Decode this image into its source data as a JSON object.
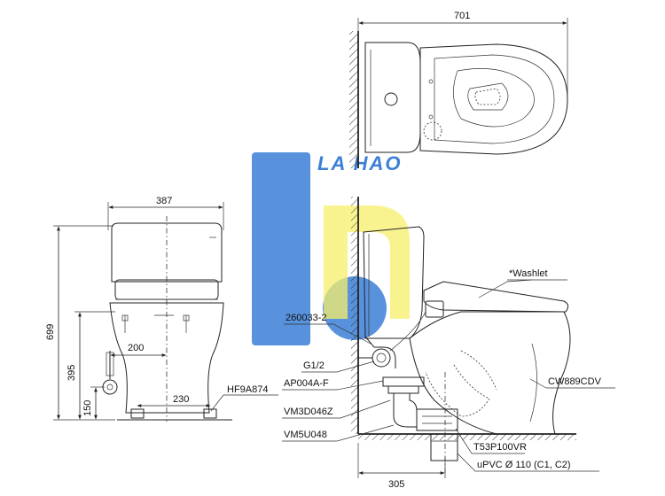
{
  "watermark": {
    "text": "LA HAO",
    "blue": "#3b7fd6",
    "yellow": "#f7ef6a"
  },
  "dims": {
    "top_width": "701",
    "front_width": "387",
    "height": "699",
    "outlet_height": "395",
    "inlet_offset": "200",
    "bolt_spacing": "230",
    "inlet_height": "150",
    "rough_in": "305"
  },
  "labels": {
    "washlet": "*Washlet",
    "valve": "260033-2",
    "thread": "G1/2",
    "adapter": "AP004A-F",
    "flange": "VM3D046Z",
    "seal": "VM5U048",
    "body": "CW889CDV",
    "fixing": "HF9A874",
    "trap": "T53P100VR",
    "pipe": "uPVC Ø 110 (C1, C2)"
  }
}
